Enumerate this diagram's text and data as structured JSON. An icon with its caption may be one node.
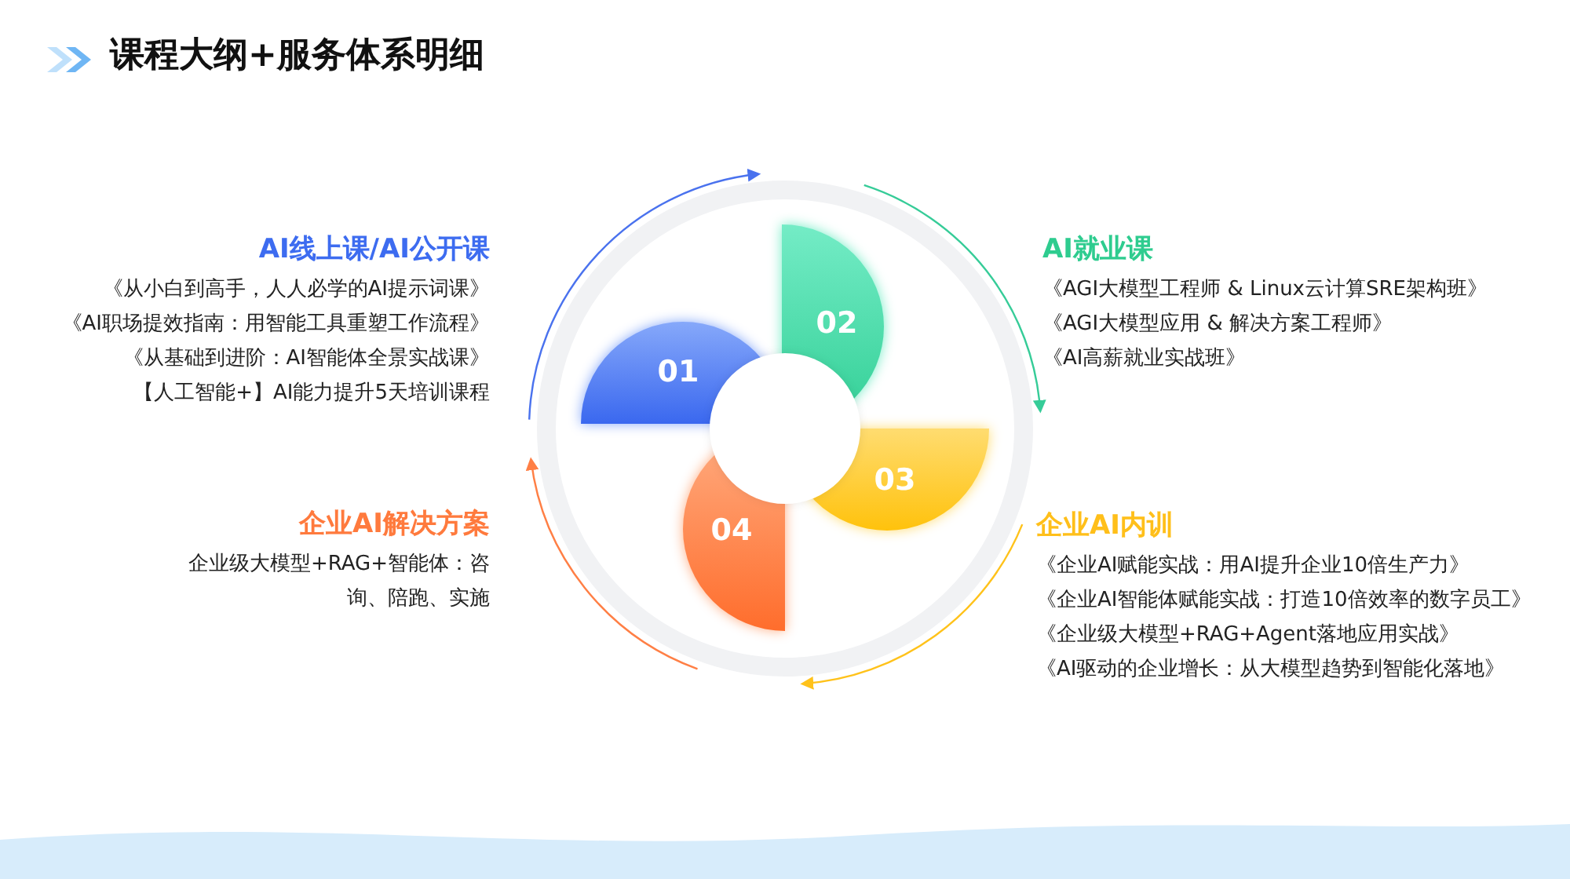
{
  "diagram": {
    "title": "课程大纲+服务体系明细",
    "nodes": [
      {
        "text": [
          "01"
        ],
        "beside": [
          "AI线上课/AI公开课",
          "《从小白到高手，人人必学的AI提示词课》",
          "《AI职场提效指南：用智能工具重塑工作流程》",
          "《从基础到进阶：AI智能体全景实战课》",
          "【人工智能+】AI能力提升5天培训课程"
        ]
      },
      {
        "text": [
          "02"
        ],
        "beside": [
          "AI就业课",
          "《AGI大模型工程师 & Linux云计算SRE架构班》",
          "《AGI大模型应用 & 解决方案工程师》",
          "《AI高薪就业实战班》"
        ]
      },
      {
        "text": [
          "03"
        ],
        "beside": [
          "企业AI内训",
          "《企业AI赋能实战：用AI提升企业10倍生产力》",
          "《企业AI智能体赋能实战：打造10倍效率的数字员工》",
          "《企业级大模型+RAG+Agent落地应用实战》",
          "《AI驱动的企业增长：从大模型趋势到智能化落地》"
        ]
      },
      {
        "text": [
          "04"
        ],
        "beside": [
          "企业AI解决方案",
          "企业级大模型+RAG+智能体：咨询、陪跑、实施"
        ]
      },
      {
        "text": [],
        "shape": "circle"
      }
    ]
  }
}
